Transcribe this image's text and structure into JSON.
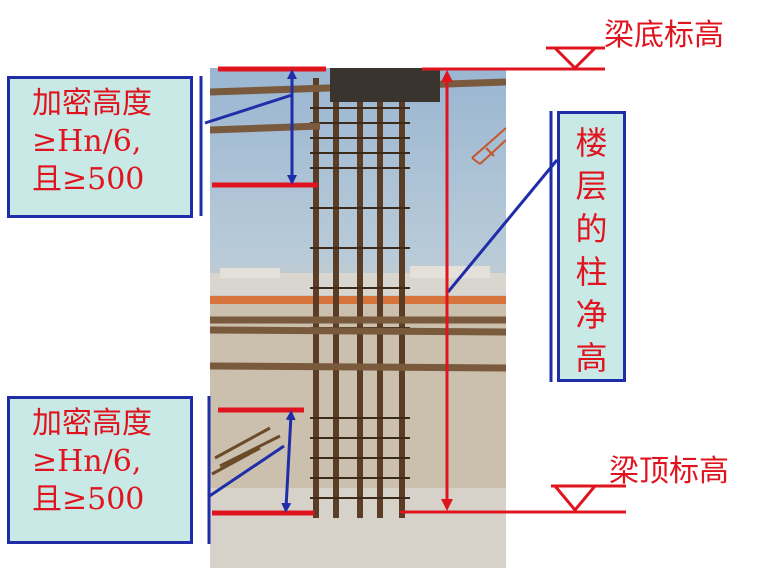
{
  "notes": {
    "top": [
      "加密高度",
      "≥Hn/6,",
      "且≥500"
    ],
    "bottom": [
      "加密高度",
      "≥Hn/6,",
      "且≥500"
    ]
  },
  "vertical_label": [
    "楼",
    "层",
    "的",
    "柱",
    "净",
    "高"
  ],
  "elevations": {
    "beam_bottom": "梁底标高",
    "beam_top": "梁顶标高"
  },
  "colors": {
    "annotation_red": "#e0141e",
    "box_blue": "#1f2ea8",
    "box_fill": "#c9e9e6"
  },
  "photo": {
    "subject": "rebar-column-construction-photo"
  }
}
